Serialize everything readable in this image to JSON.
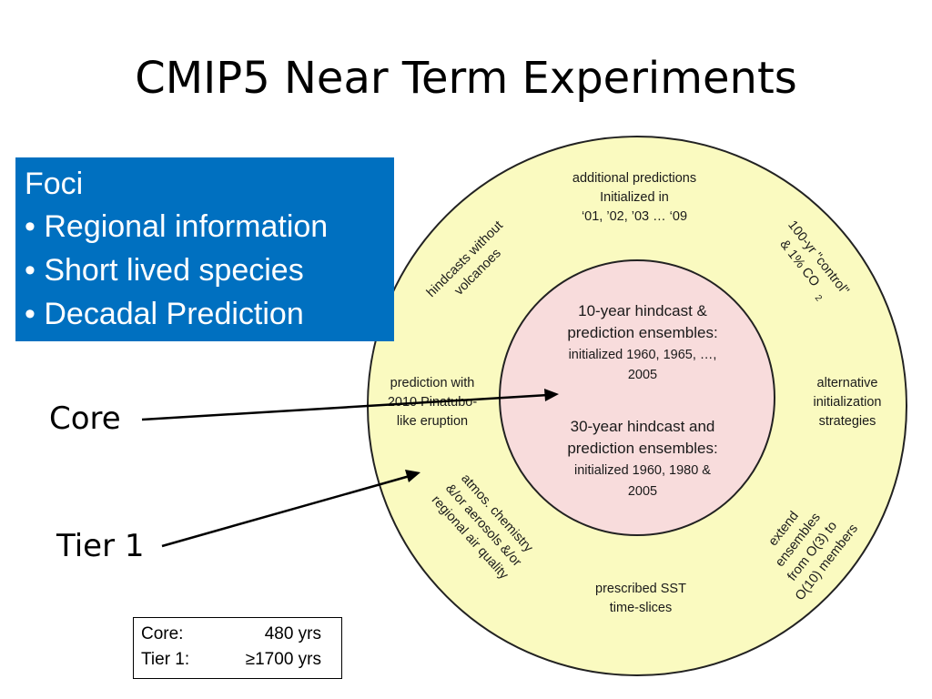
{
  "title": "CMIP5 Near Term Experiments",
  "foci": {
    "heading": "Foci",
    "items": [
      "• Regional information",
      "• Short lived species",
      "• Decadal Prediction"
    ]
  },
  "callouts": {
    "core": "Core",
    "tier1": "Tier 1"
  },
  "core_text": {
    "block1": [
      "10-year hindcast &",
      "prediction ensembles:",
      "initialized 1960, 1965, …,",
      "2005"
    ],
    "block2": [
      "30-year hindcast and",
      "prediction ensembles:",
      "initialized 1960, 1980 &",
      "2005"
    ]
  },
  "ring_text": {
    "additional": [
      "additional predictions",
      "Initialized in",
      "‘01, ’02, ’03  … ‘09"
    ],
    "control": [
      "100-yr \"control\"",
      "& 1% CO"
    ],
    "control_sub": "2",
    "alternative": [
      "alternative",
      "initialization",
      "strategies"
    ],
    "extend": [
      "extend",
      "ensembles",
      "from O(3) to",
      "O(10) members"
    ],
    "sst": [
      "prescribed SST",
      "time-slices"
    ],
    "atmos": [
      "atmos. chemistry",
      "&/or aerosols &/or",
      "regional air quality"
    ],
    "pinatubo": [
      "prediction with",
      "2010 Pinatubo-",
      "like eruption"
    ],
    "hindcasts": [
      "hindcasts without",
      "volcanoes"
    ]
  },
  "legend": {
    "core_label": "Core:",
    "core_value": "480 yrs",
    "tier1_label": "Tier 1:",
    "tier1_value": "≥1700 yrs"
  },
  "colors": {
    "outer_ring": "#fafac0",
    "inner_circle": "#f8dcdc",
    "foci_box": "#0070c0"
  }
}
